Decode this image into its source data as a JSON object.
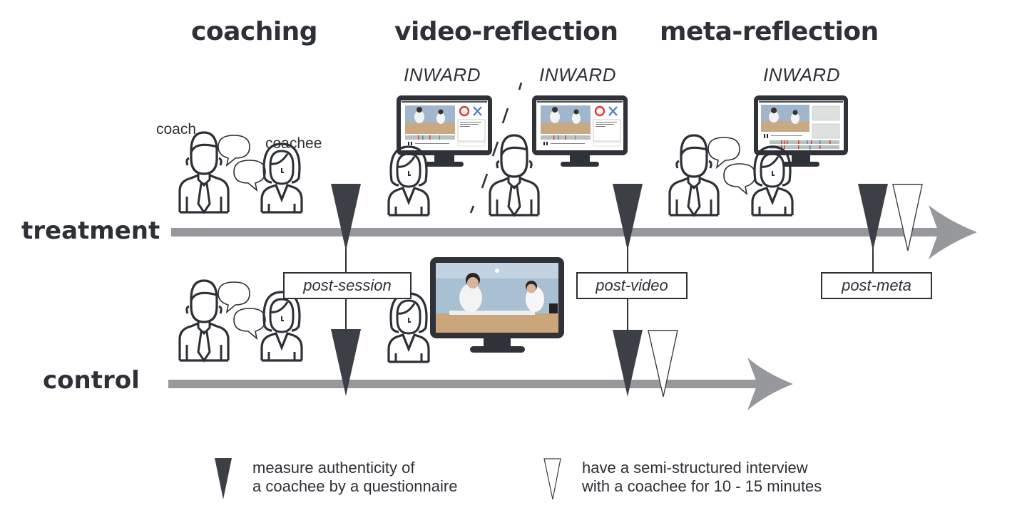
{
  "phases": [
    {
      "title": "coaching"
    },
    {
      "title": "video-reflection"
    },
    {
      "title": "meta-reflection"
    }
  ],
  "groups": {
    "treatment": "treatment",
    "control": "control"
  },
  "tool_label": "INWARD",
  "video_reflection_tool_labels": [
    "INWARD",
    "INWARD"
  ],
  "meta_reflection_tool_label": "INWARD",
  "roles": {
    "coach": "coach",
    "coachee": "coachee"
  },
  "timings": {
    "post_session": "post-session",
    "post_video": "post-video",
    "post_meta": "post-meta"
  },
  "legend": {
    "filled_marker": {
      "line1": "measure authenticity of",
      "line2": "a coachee by a questionnaire"
    },
    "hollow_marker": {
      "line1": "have a semi-structured interview",
      "line2": "with a coachee for 10 - 15 minutes"
    }
  },
  "colors": {
    "dark": "#3c3f45",
    "arrow": "#97989c",
    "circle_mark": "#e03a2f",
    "cross_mark": "#4a7fd0",
    "screen_bg": "#ffffff",
    "photo_wall": "#9fb6cc",
    "photo_table": "#c9a982"
  }
}
